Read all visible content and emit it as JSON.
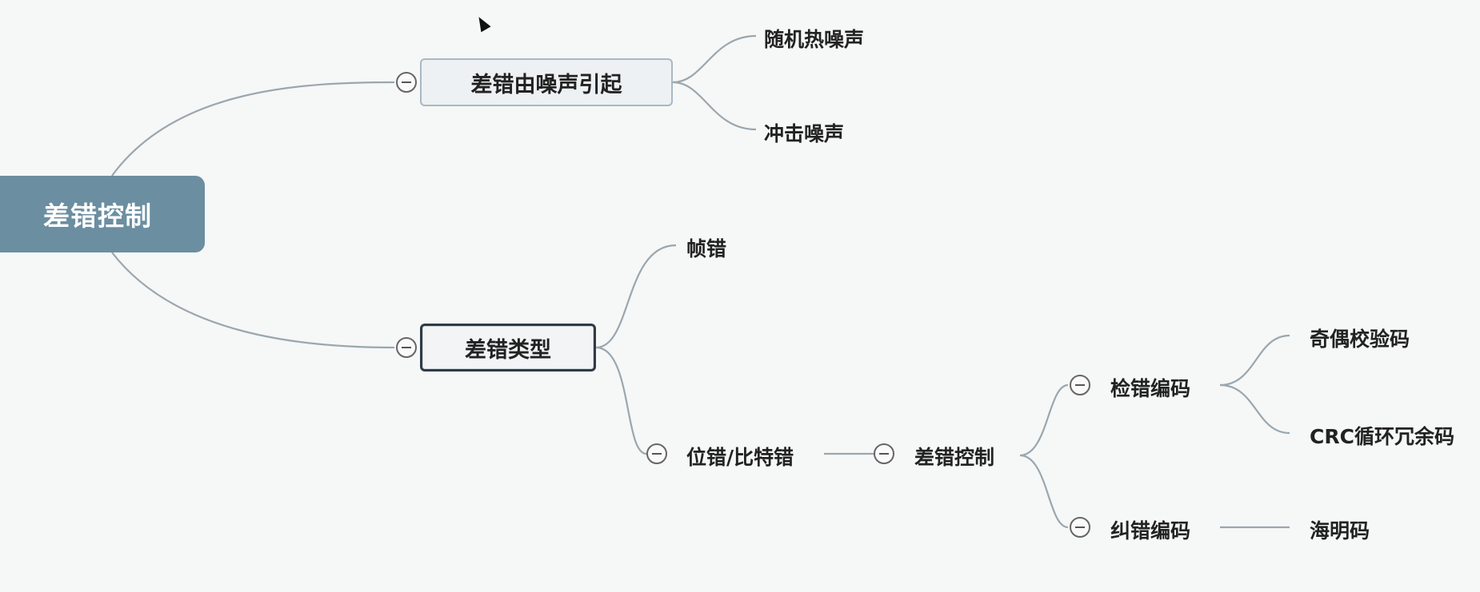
{
  "root": {
    "label": "差错控制"
  },
  "noise_branch": {
    "label": "差错由噪声引起",
    "children": [
      "随机热噪声",
      "冲击噪声"
    ]
  },
  "types_branch": {
    "label": "差错类型",
    "frame_error": "帧错",
    "bit_error": "位错/比特错",
    "control": {
      "label": "差错控制",
      "detect": {
        "label": "检错编码",
        "children": [
          "奇偶校验码",
          "CRC循环冗余码"
        ]
      },
      "correct": {
        "label": "纠错编码",
        "children": [
          "海明码"
        ]
      }
    }
  },
  "colors": {
    "root_fill": "#6b8ea1",
    "connector": "#9aa7ae",
    "background": "#f6f7f7"
  }
}
